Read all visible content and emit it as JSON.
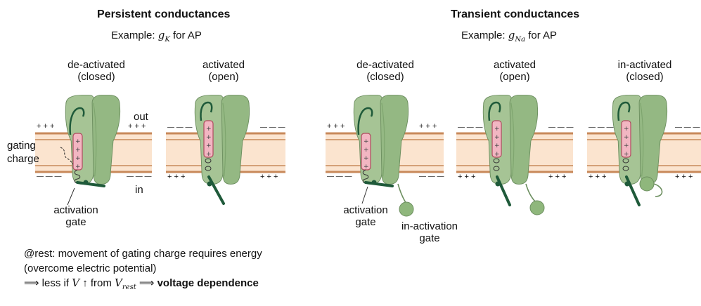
{
  "persistent": {
    "title": "Persistent conductances",
    "example_prefix": "Example: ",
    "example_var": "g",
    "example_sub": "K",
    "example_suffix": " for AP",
    "state1_line1": "de-activated",
    "state1_line2": "(closed)",
    "state2_line1": "activated",
    "state2_line2": "(open)",
    "out_label": "out",
    "in_label": "in",
    "gating_line1": "gating",
    "gating_line2": "charge",
    "gate_line1": "activation",
    "gate_line2": "gate"
  },
  "transient": {
    "title": "Transient conductances",
    "example_prefix": "Example: ",
    "example_var": "g",
    "example_sub": "Na",
    "example_suffix": " for AP",
    "state1_line1": "de-activated",
    "state1_line2": "(closed)",
    "state2_line1": "activated",
    "state2_line2": "(open)",
    "state3_line1": "in-activated",
    "state3_line2": "(closed)",
    "gate_line1": "activation",
    "gate_line2": "gate",
    "inact_line1": "in-activation",
    "inact_line2": "gate"
  },
  "note": {
    "line1": "@rest: movement of gating charge requires energy",
    "line2": "(overcome electric potential)",
    "line3_arrow": "⟹ less if ",
    "line3_v": "V",
    "line3_up": " ↑ from ",
    "line3_vrest": "V",
    "line3_rest_sub": "rest",
    "line3_arrow2": " ⟹ ",
    "line3_bold": "voltage dependence"
  },
  "charges": {
    "plus3": "+ + +",
    "minus3": "— — —",
    "plus1": "+"
  },
  "colors": {
    "membrane_fill": "#fbe4cf",
    "membrane_line": "#c8895a",
    "channel_fill": "#a6c495",
    "channel_dark": "#7ea56e",
    "channel_stroke": "#6d8f60",
    "sensor_fill": "#f2b6c2",
    "sensor_stroke": "#b04a5e",
    "gate_color": "#1f5a3a",
    "ball_fill": "#8fb77c"
  }
}
